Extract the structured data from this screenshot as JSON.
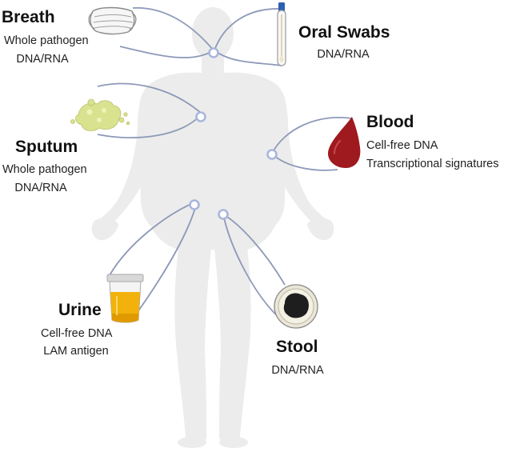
{
  "colors": {
    "body": "#ececec",
    "connector": "#8e99b8",
    "node": "#a9b6dc",
    "blood": "#9e1a1f",
    "urine": "#f2b20b",
    "sputum": "#d9e28f",
    "stool": "#1e1e1e"
  },
  "icons": [
    "mask-icon",
    "swab-tube-icon",
    "sputum-icon",
    "blood-drop-icon",
    "urine-cup-icon",
    "stool-dish-icon"
  ],
  "samples": {
    "breath": {
      "title": "Breath",
      "lines": [
        "Whole pathogen",
        "DNA/RNA"
      ]
    },
    "oral_swabs": {
      "title": "Oral Swabs",
      "lines": [
        "DNA/RNA"
      ]
    },
    "sputum": {
      "title": "Sputum",
      "lines": [
        "Whole pathogen",
        "DNA/RNA"
      ]
    },
    "blood": {
      "title": "Blood",
      "lines": [
        "Cell-free DNA",
        "Transcriptional signatures"
      ]
    },
    "urine": {
      "title": "Urine",
      "lines": [
        "Cell-free DNA",
        "LAM antigen"
      ]
    },
    "stool": {
      "title": "Stool",
      "lines": [
        "DNA/RNA"
      ]
    }
  }
}
